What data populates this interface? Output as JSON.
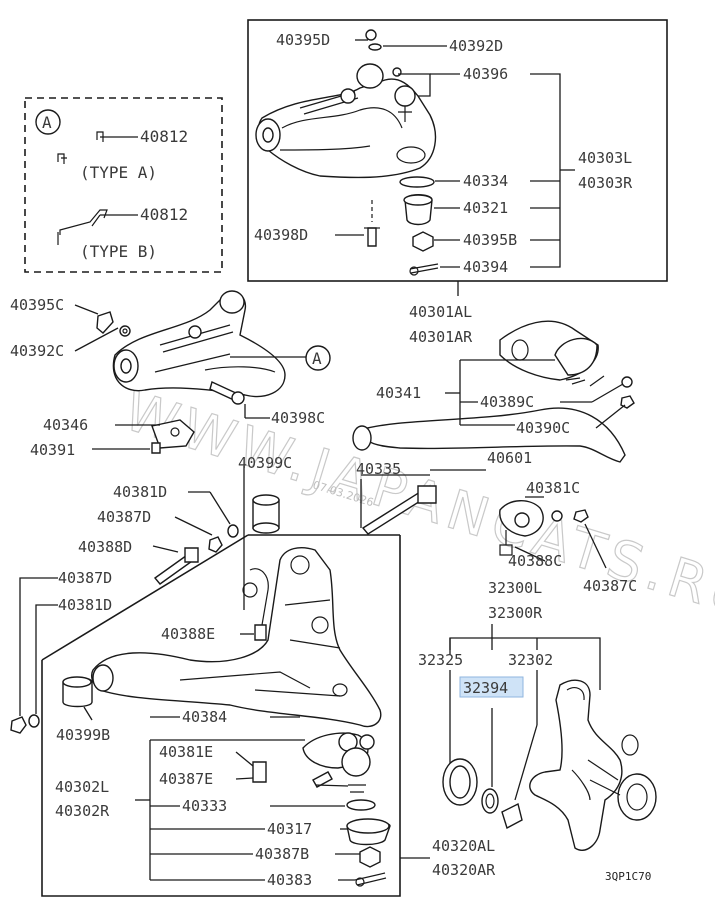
{
  "diagram": {
    "diagram_code": "3QP1C70",
    "callout": "A",
    "type_a": "(TYPE A)",
    "type_b": "(TYPE B)",
    "watermark": "WWW.JAPANCATS.RU",
    "watermark_date": "07.03.2026",
    "highlighted_part": "32394",
    "parts": {
      "p40395D": "40395D",
      "p40392D": "40392D",
      "p40396": "40396",
      "p40303L": "40303L",
      "p40303R": "40303R",
      "p40334": "40334",
      "p40321": "40321",
      "p40398D_top": "40398D",
      "p40395B": "40395B",
      "p40394": "40394",
      "p40812a": "40812",
      "p40812b": "40812",
      "p40395C": "40395C",
      "p40392C": "40392C",
      "p40398C": "40398C",
      "p40301AL": "40301AL",
      "p40301AR": "40301AR",
      "p40341": "40341",
      "p40389C": "40389C",
      "p40390C": "40390C",
      "p40346": "40346",
      "p40391": "40391",
      "p40399C": "40399C",
      "p40335": "40335",
      "p40601": "40601",
      "p40381D_a": "40381D",
      "p40381C": "40381C",
      "p40387D_a": "40387D",
      "p40388D": "40388D",
      "p40388C": "40388C",
      "p40387D_b": "40387D",
      "p32300L": "32300L",
      "p32300R": "32300R",
      "p40381D_b": "40381D",
      "p40387C": "40387C",
      "p40388E": "40388E",
      "p32325": "32325",
      "p32302": "32302",
      "p32394": "32394",
      "p40399B": "40399B",
      "p40384": "40384",
      "p40381E": "40381E",
      "p40387E": "40387E",
      "p40302L": "40302L",
      "p40302R": "40302R",
      "p40333": "40333",
      "p40317": "40317",
      "p40387B": "40387B",
      "p40320AL": "40320AL",
      "p40320AR": "40320AR",
      "p40383": "40383"
    }
  }
}
